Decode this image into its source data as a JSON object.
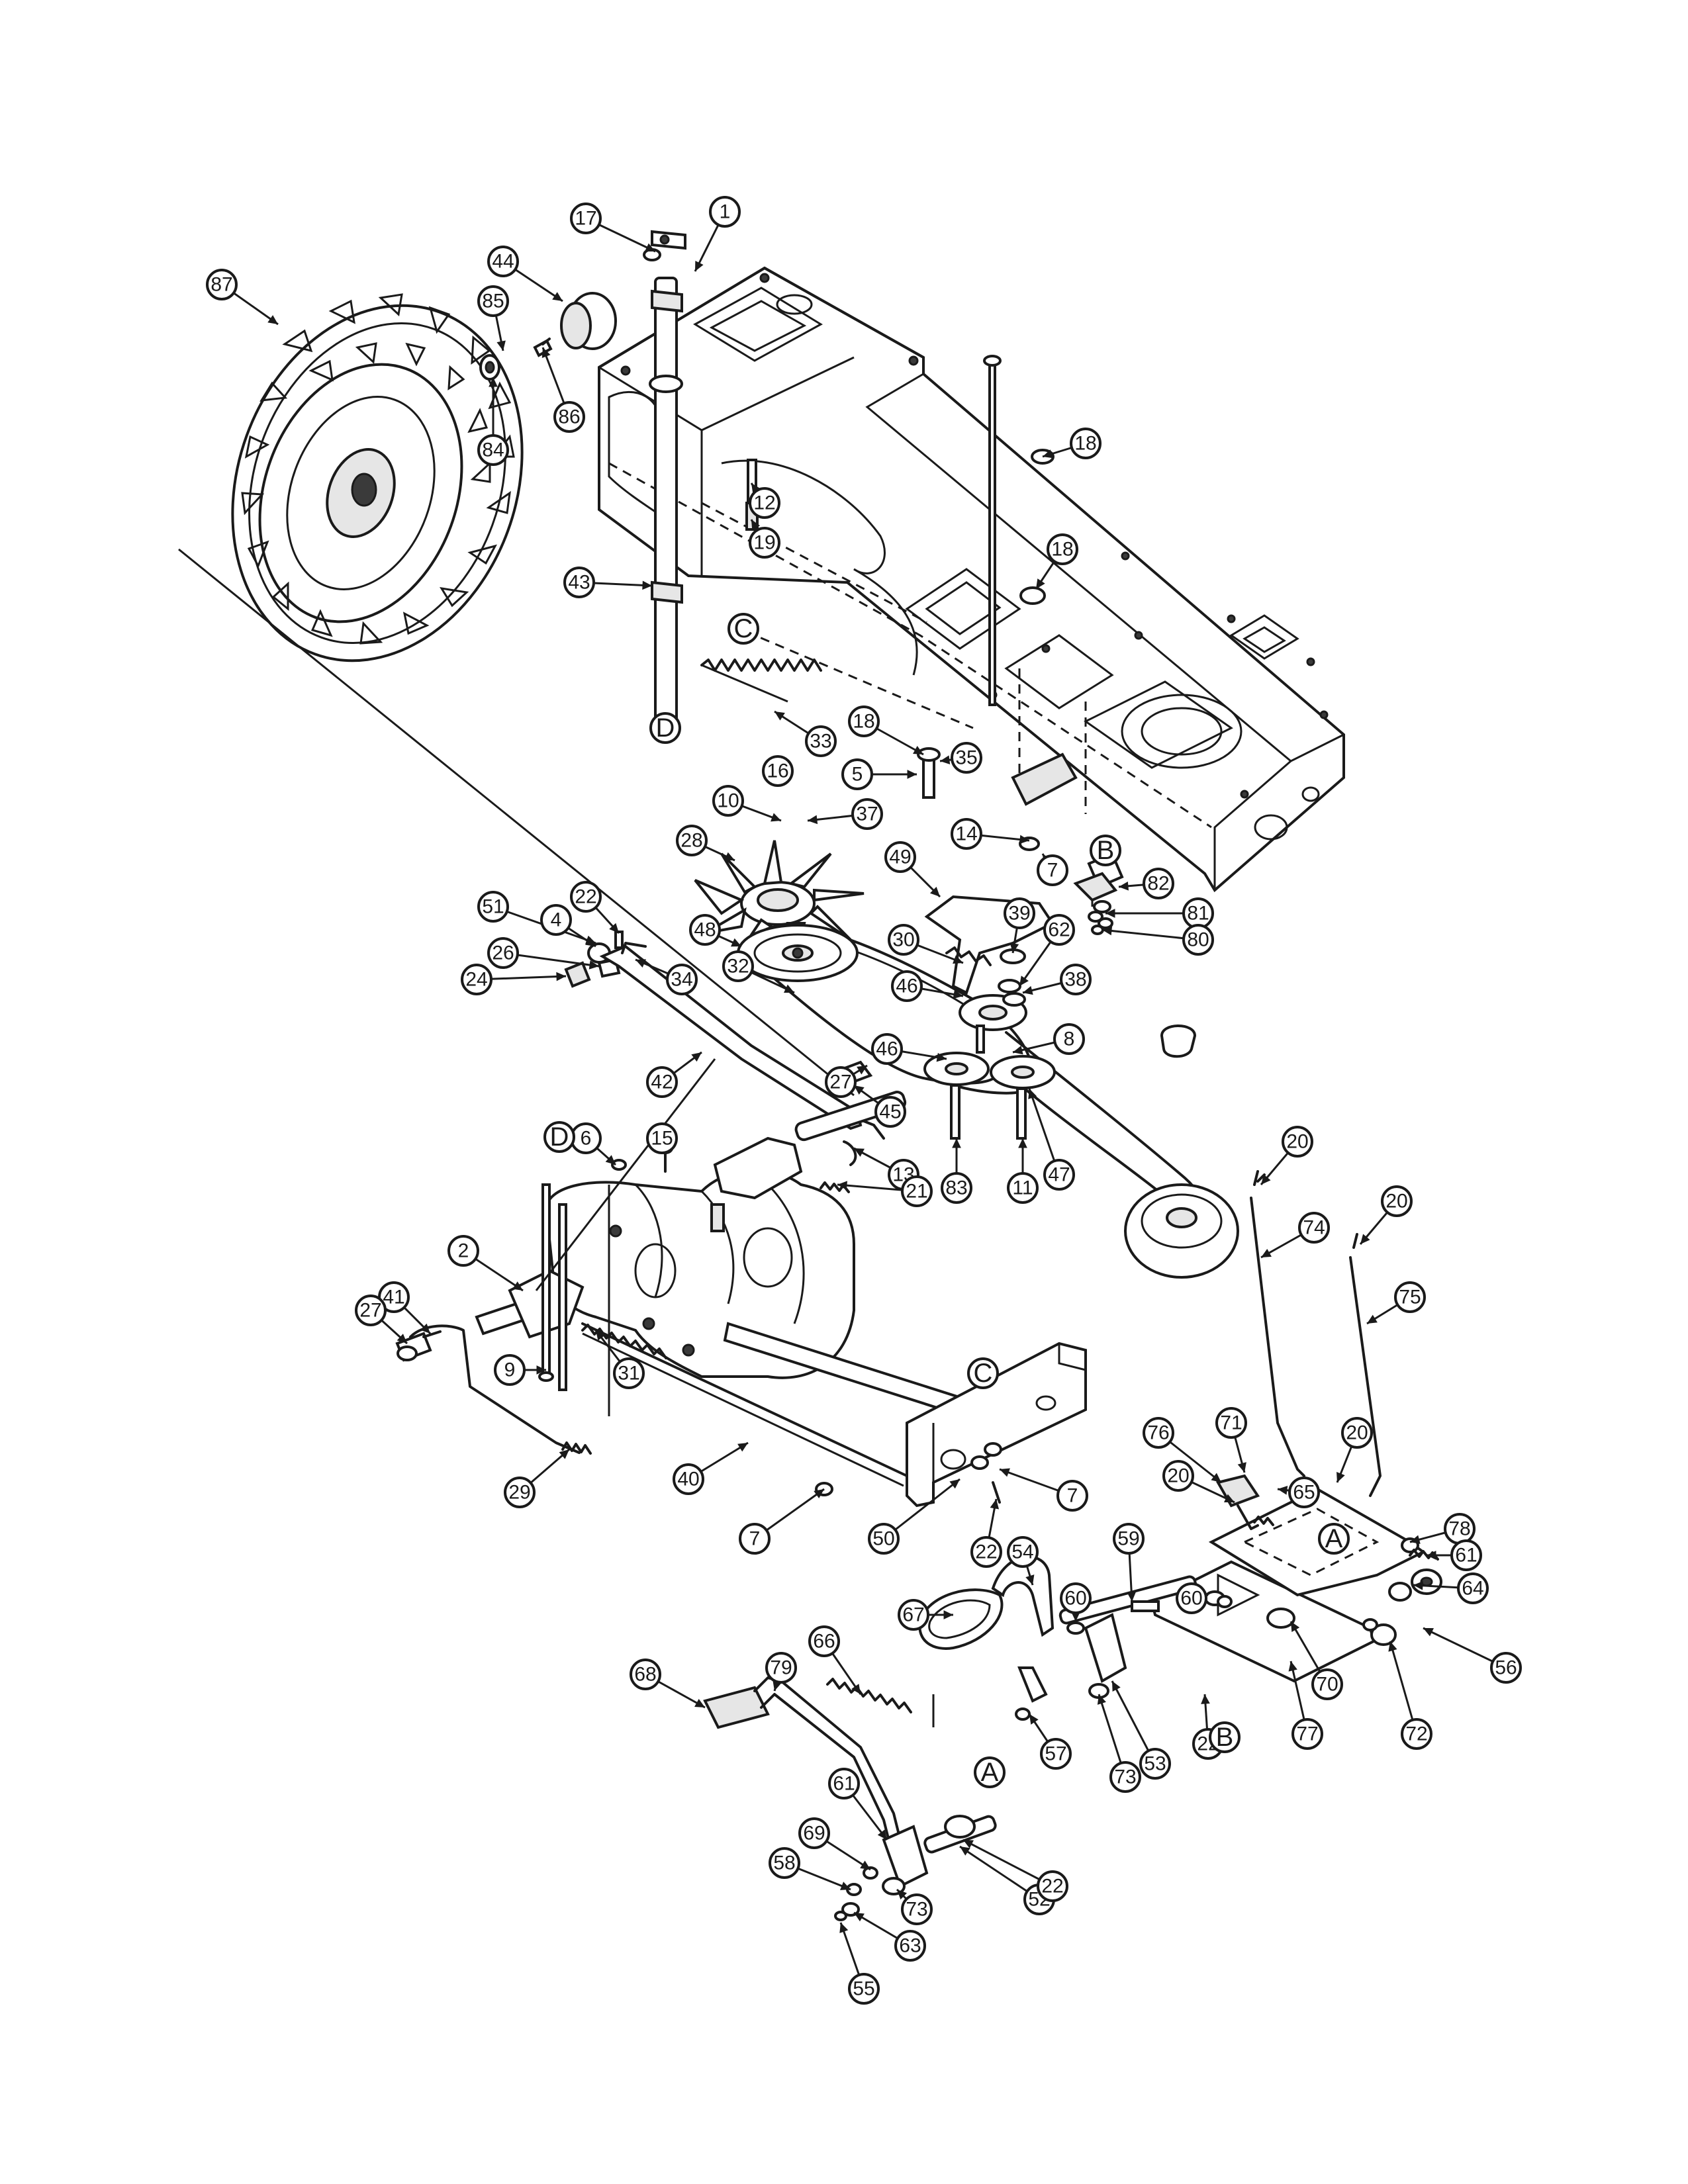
{
  "callouts": [
    {
      "label": "1"
    },
    {
      "label": "17"
    },
    {
      "label": "44"
    },
    {
      "label": "87"
    },
    {
      "label": "85"
    },
    {
      "label": "86"
    },
    {
      "label": "84"
    },
    {
      "label": "18"
    },
    {
      "label": "12"
    },
    {
      "label": "19"
    },
    {
      "label": "18"
    },
    {
      "label": "43"
    },
    {
      "label": "33"
    },
    {
      "label": "18"
    },
    {
      "label": "35"
    },
    {
      "label": "5"
    },
    {
      "label": "16"
    },
    {
      "label": "37"
    },
    {
      "label": "10"
    },
    {
      "label": "14"
    },
    {
      "label": "7"
    },
    {
      "label": "82"
    },
    {
      "label": "28"
    },
    {
      "label": "49"
    },
    {
      "label": "81"
    },
    {
      "label": "80"
    },
    {
      "label": "39"
    },
    {
      "label": "51"
    },
    {
      "label": "22"
    },
    {
      "label": "4"
    },
    {
      "label": "48"
    },
    {
      "label": "30"
    },
    {
      "label": "62"
    },
    {
      "label": "26"
    },
    {
      "label": "34"
    },
    {
      "label": "24"
    },
    {
      "label": "32"
    },
    {
      "label": "46"
    },
    {
      "label": "38"
    },
    {
      "label": "8"
    },
    {
      "label": "46"
    },
    {
      "label": "42"
    },
    {
      "label": "15"
    },
    {
      "label": "27"
    },
    {
      "label": "45"
    },
    {
      "label": "6"
    },
    {
      "label": "13"
    },
    {
      "label": "21"
    },
    {
      "label": "83"
    },
    {
      "label": "11"
    },
    {
      "label": "47"
    },
    {
      "label": "20"
    },
    {
      "label": "20"
    },
    {
      "label": "74"
    },
    {
      "label": "2"
    },
    {
      "label": "75"
    },
    {
      "label": "41"
    },
    {
      "label": "27"
    },
    {
      "label": "9"
    },
    {
      "label": "31"
    },
    {
      "label": "76"
    },
    {
      "label": "71"
    },
    {
      "label": "20"
    },
    {
      "label": "20"
    },
    {
      "label": "65"
    },
    {
      "label": "29"
    },
    {
      "label": "40"
    },
    {
      "label": "7"
    },
    {
      "label": "78"
    },
    {
      "label": "61"
    },
    {
      "label": "7"
    },
    {
      "label": "50"
    },
    {
      "label": "22"
    },
    {
      "label": "64"
    },
    {
      "label": "54"
    },
    {
      "label": "59"
    },
    {
      "label": "60"
    },
    {
      "label": "60"
    },
    {
      "label": "67"
    },
    {
      "label": "56"
    },
    {
      "label": "70"
    },
    {
      "label": "77"
    },
    {
      "label": "72"
    },
    {
      "label": "22"
    },
    {
      "label": "53"
    },
    {
      "label": "57"
    },
    {
      "label": "73"
    },
    {
      "label": "66"
    },
    {
      "label": "79"
    },
    {
      "label": "68"
    },
    {
      "label": "61"
    },
    {
      "label": "69"
    },
    {
      "label": "58"
    },
    {
      "label": "52"
    },
    {
      "label": "22"
    },
    {
      "label": "73"
    },
    {
      "label": "63"
    },
    {
      "label": "55"
    }
  ],
  "reference_marks": [
    {
      "label": "D"
    },
    {
      "label": "C"
    },
    {
      "label": "B"
    },
    {
      "label": "D"
    },
    {
      "label": "C"
    },
    {
      "label": "A"
    },
    {
      "label": "B"
    },
    {
      "label": "A"
    }
  ]
}
